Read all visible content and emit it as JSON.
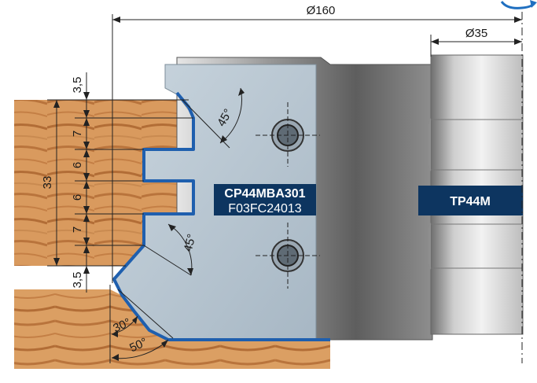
{
  "dimensions": {
    "outer_diameter": "Ø160",
    "bore_diameter": "Ø35",
    "profile_heights": [
      "3,5",
      "7",
      "6",
      "6",
      "7",
      "3,5"
    ],
    "total_height": "33",
    "angles": [
      "45°",
      "45°",
      "30°",
      "50°"
    ]
  },
  "knife": {
    "code": "CP44MBA301",
    "serial": "F03FC24013"
  },
  "body": {
    "code": "TP44M"
  },
  "colors": {
    "knife_body": "#b9c7d2",
    "profile_outline": "#1f5fae",
    "label_bg": "#0d3560",
    "wood": "#d9995c",
    "rotation_arrow": "#1f6fc0"
  },
  "icons": {
    "rotation": "rotation-arrow-icon",
    "screw": "screw-icon"
  }
}
